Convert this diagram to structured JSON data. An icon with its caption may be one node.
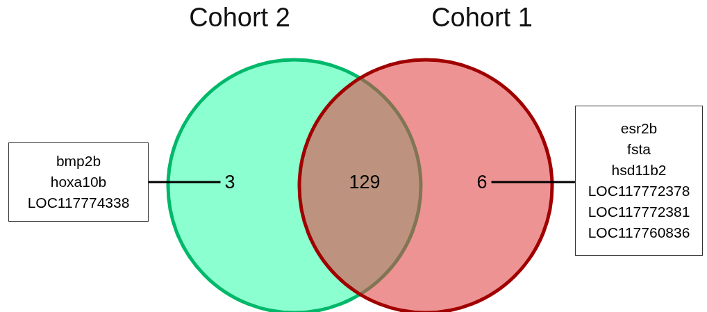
{
  "diagram": {
    "nodes": [
      {
        "text": [
          "Cohort 2"
        ]
      },
      {
        "text": [
          "Cohort 1"
        ]
      },
      {
        "text": [
          "3"
        ],
        "in": 0
      },
      {
        "text": [
          "6"
        ],
        "in": 1
      },
      {
        "text": [
          "bmp2b",
          "hoxa10b",
          "LOC117774338"
        ]
      },
      {
        "text": [
          "esr2b",
          "fsta",
          "hsd11b2",
          "LOC117772378",
          "LOC117772381",
          "LOC117760836"
        ]
      }
    ],
    "edges": [
      {
        "from": 4,
        "to": 2,
        "arrow": "none"
      },
      {
        "from": 5,
        "to": 3,
        "arrow": "none"
      }
    ],
    "labels": [
      "129"
    ]
  }
}
